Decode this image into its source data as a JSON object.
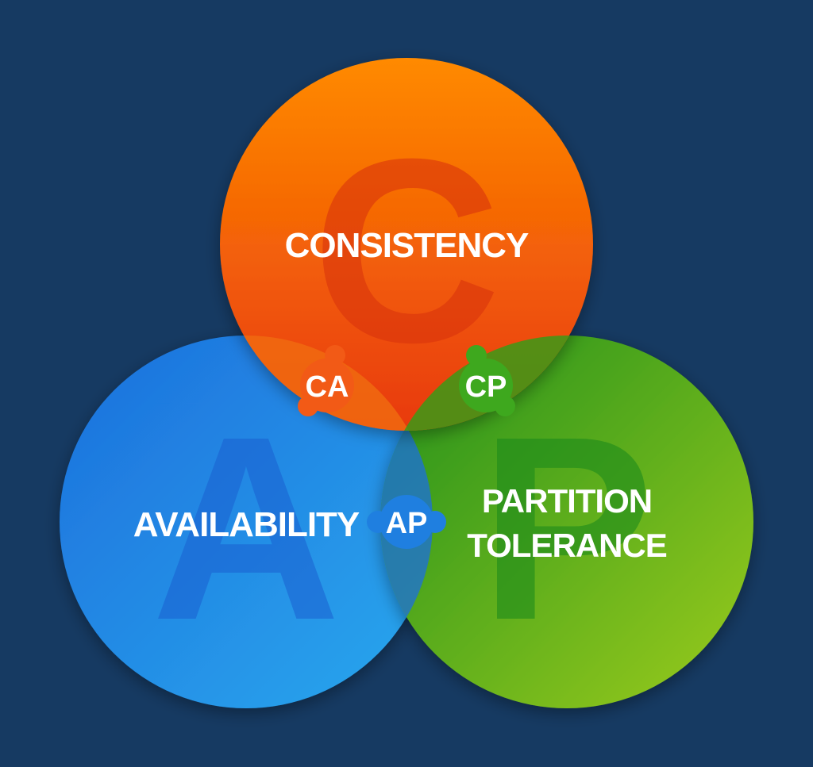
{
  "diagram": {
    "circles": {
      "consistency": {
        "letter": "C",
        "label": "CONSISTENCY"
      },
      "availability": {
        "letter": "A",
        "label": "AVAILABILITY"
      },
      "partition": {
        "letter": "P",
        "label_line1": "PARTITION",
        "label_line2": "TOLERANCE"
      }
    },
    "intersections": {
      "ca": "CA",
      "cp": "CP",
      "ap": "AP"
    },
    "colors": {
      "background": "#163a62",
      "consistency": "#f25a16",
      "availability": "#1f7fe0",
      "partition": "#3ea81e"
    }
  }
}
